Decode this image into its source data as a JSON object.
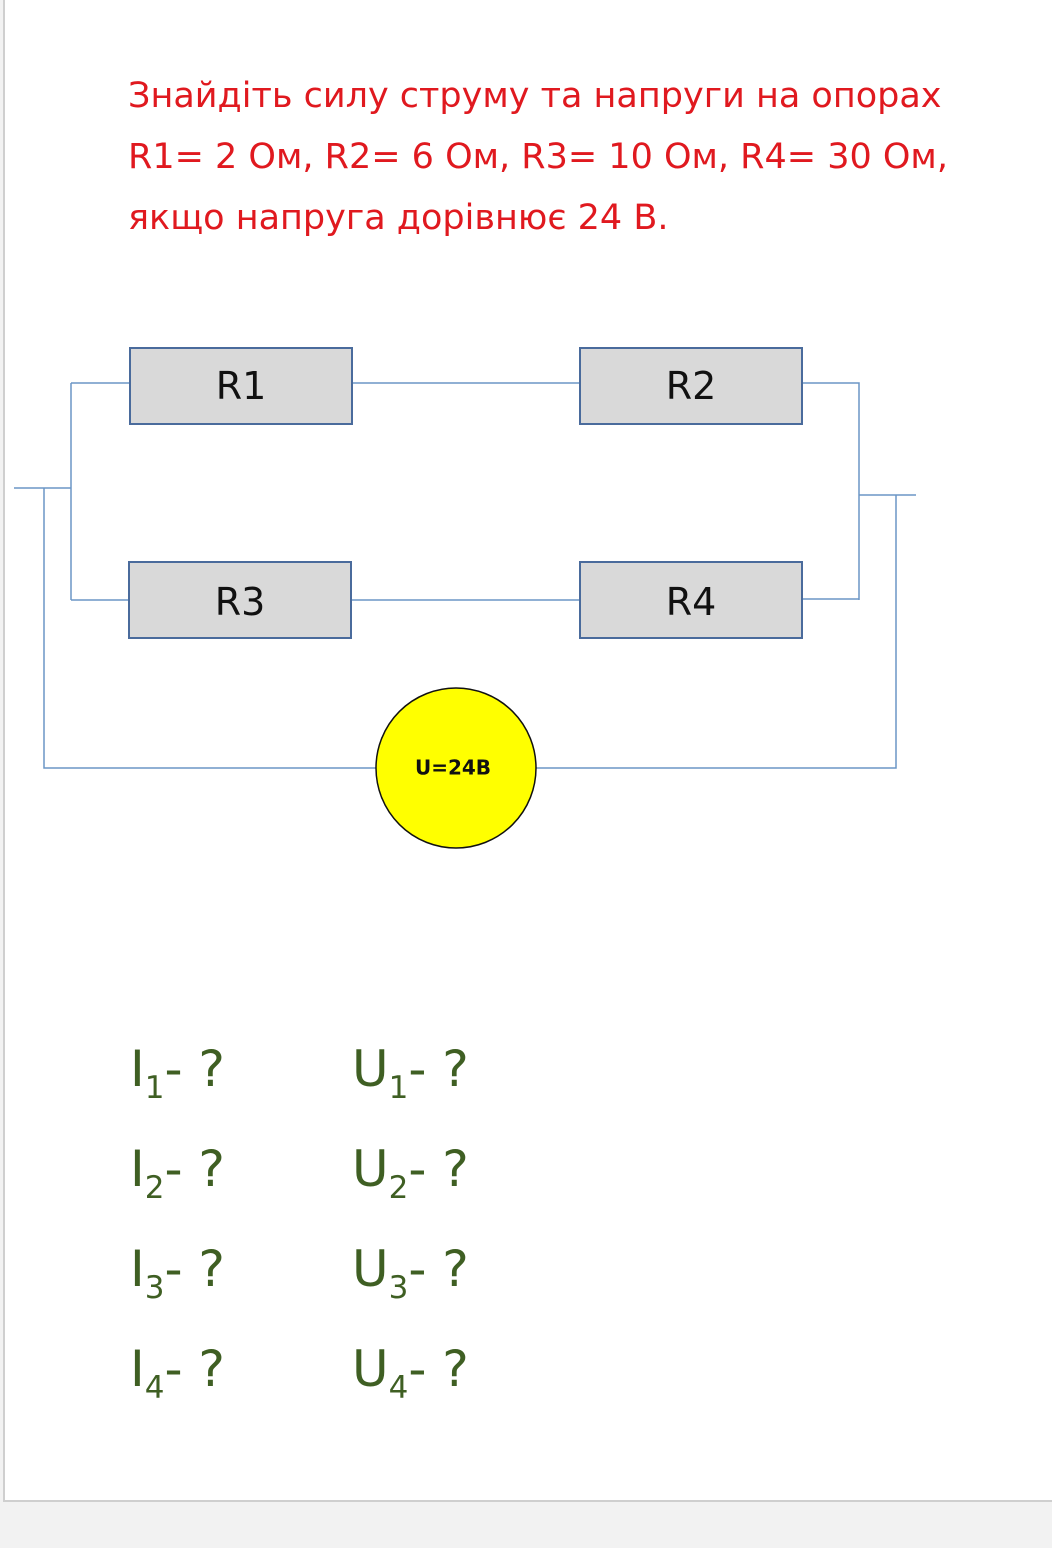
{
  "task": {
    "lines": [
      "Знайдіть силу струму та напруги на опорах",
      "R1= 2 Ом, R2= 6 Ом, R3= 10 Ом, R4= 30 Ом,",
      "якщо напруга дорівнює 24 В."
    ]
  },
  "circuit": {
    "resistors": [
      "R1",
      "R2",
      "R3",
      "R4"
    ],
    "source_label": "U=24B",
    "colors": {
      "wire": "#6b95c5",
      "resistor_fill": "#d9d9d9",
      "resistor_border": "#4a6b9c",
      "source_fill": "#ffff00"
    }
  },
  "unknowns": [
    {
      "i_letter": "I",
      "u_letter": "U",
      "index": "1",
      "suffix": "- ?"
    },
    {
      "i_letter": "I",
      "u_letter": "U",
      "index": "2",
      "suffix": "- ?"
    },
    {
      "i_letter": "I",
      "u_letter": "U",
      "index": "3",
      "suffix": "- ?"
    },
    {
      "i_letter": "I",
      "u_letter": "U",
      "index": "4",
      "suffix": "- ?"
    }
  ]
}
